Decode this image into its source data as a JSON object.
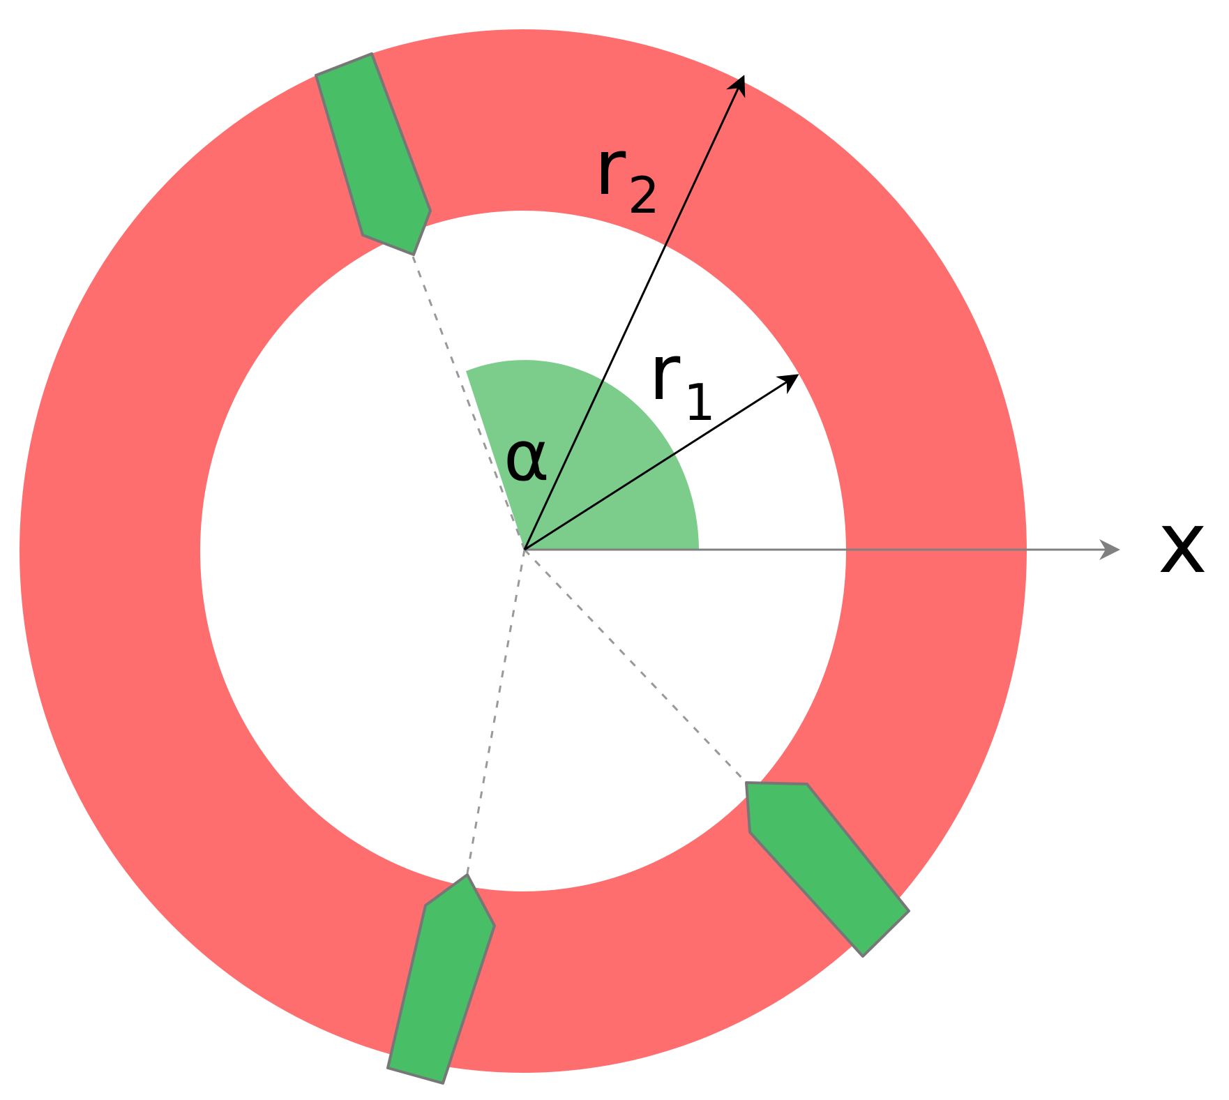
{
  "labels": {
    "r2": "r",
    "r2_sub": "2",
    "r1": "r",
    "r1_sub": "1",
    "alpha": "α",
    "x_axis": "x"
  },
  "colors": {
    "ring": "#ff6e6e",
    "inner": "#ffffff",
    "sector": "#7ccd8c",
    "marker": "#48be67",
    "marker_stroke": "#777777",
    "arrow": "#000000",
    "axis": "#808080",
    "dashes": "#999999",
    "text": "#000000"
  }
}
